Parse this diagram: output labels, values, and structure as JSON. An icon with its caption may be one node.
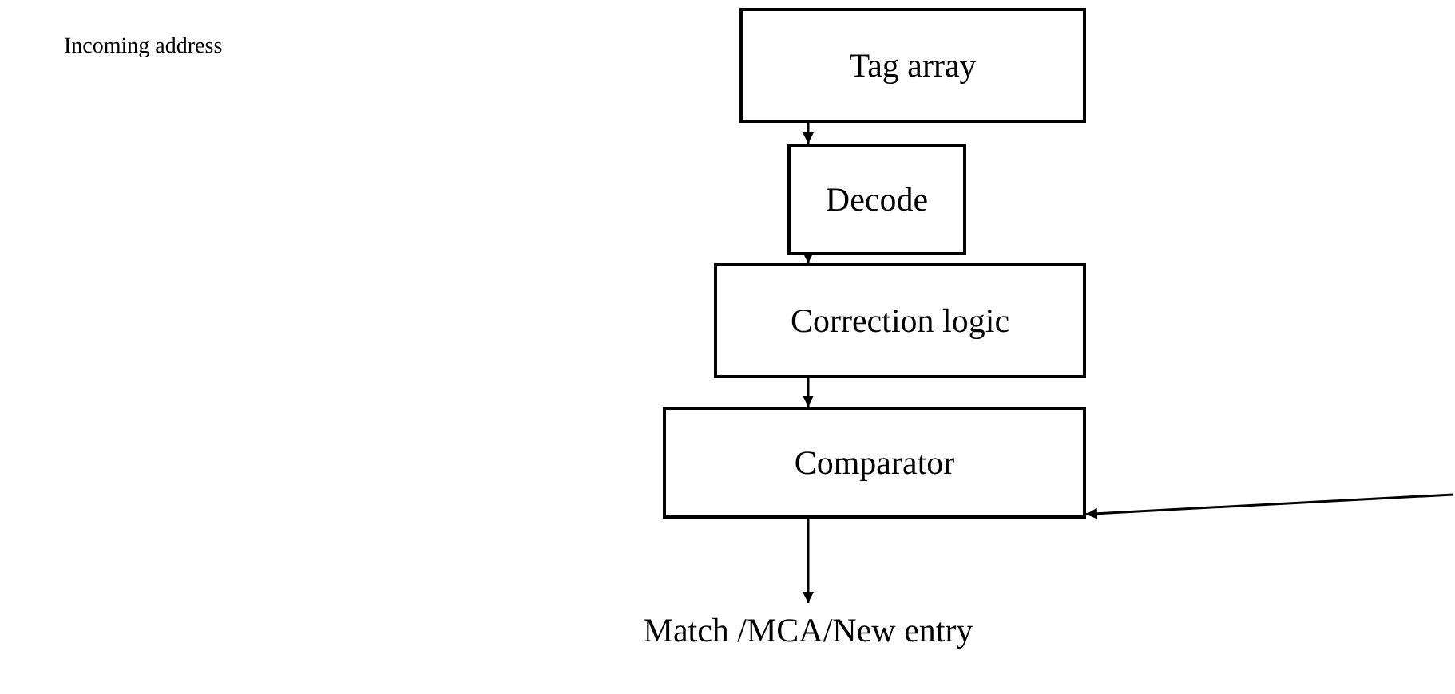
{
  "diagram": {
    "nodes": [
      {
        "text": [
          "Tag array"
        ]
      },
      {
        "text": [
          "Decode"
        ]
      },
      {
        "text": [
          "Correction logic"
        ]
      },
      {
        "text": [
          "Comparator"
        ]
      },
      {
        "text": [
          "Match /MCA/New entry"
        ]
      }
    ],
    "edges": [
      {
        "from": 0,
        "to": 1,
        "arrow": "to"
      },
      {
        "from": 1,
        "to": 2,
        "arrow": "to"
      },
      {
        "from": 2,
        "to": 3,
        "arrow": "to"
      },
      {
        "from": 3,
        "to": 4,
        "arrow": "to"
      },
      {
        "from": null,
        "to": 3,
        "arrow": "to"
      }
    ],
    "labels": [
      "Incoming address"
    ]
  }
}
